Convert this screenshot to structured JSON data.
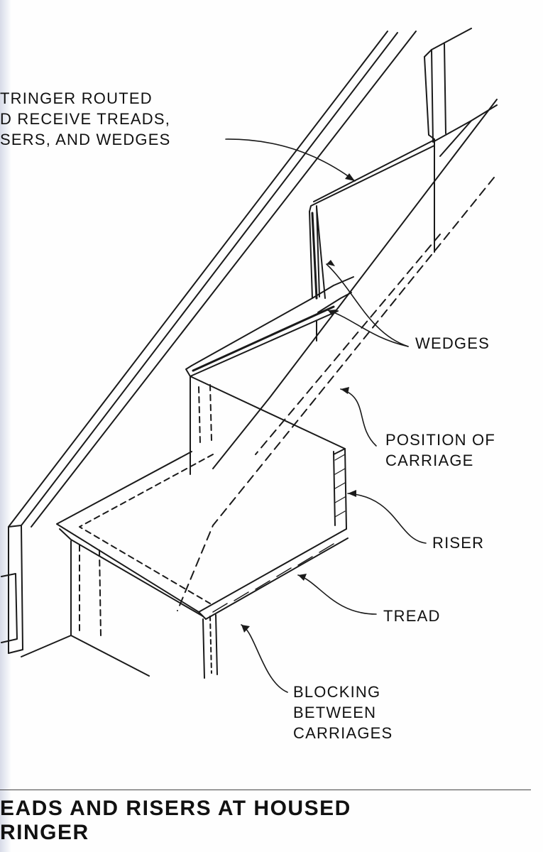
{
  "labels": {
    "stringer_routed": [
      "TRINGER ROUTED",
      "D RECEIVE TREADS,",
      "SERS, AND WEDGES"
    ],
    "wedges": [
      "WEDGES"
    ],
    "position_of_carriage": [
      "POSITION OF",
      "CARRIAGE"
    ],
    "riser": [
      "RISER"
    ],
    "tread": [
      "TREAD"
    ],
    "blocking": [
      "BLOCKING",
      "BETWEEN",
      "CARRIAGES"
    ]
  },
  "caption": [
    "EADS AND RISERS AT HOUSED",
    "RINGER"
  ]
}
